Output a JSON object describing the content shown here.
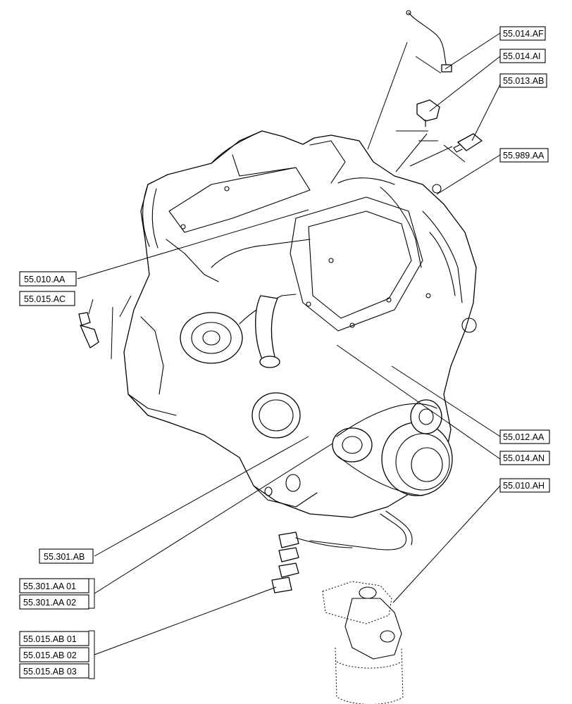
{
  "labels": {
    "l55_014_af": "55.014.AF",
    "l55_014_ai": "55.014.AI",
    "l55_013_ab": "55.013.AB",
    "l55_989_aa": "55.989.AA",
    "l55_010_aa": "55.010.AA",
    "l55_015_ac": "55.015.AC",
    "l55_012_aa": "55.012.AA",
    "l55_014_an": "55.014.AN",
    "l55_010_ah": "55.010.AH",
    "l55_301_ab": "55.301.AB",
    "l55_301_aa_01": "55.301.AA 01",
    "l55_301_aa_02": "55.301.AA 02",
    "l55_015_ab_01": "55.015.AB 01",
    "l55_015_ab_02": "55.015.AB 02",
    "l55_015_ab_03": "55.015.AB 03"
  }
}
